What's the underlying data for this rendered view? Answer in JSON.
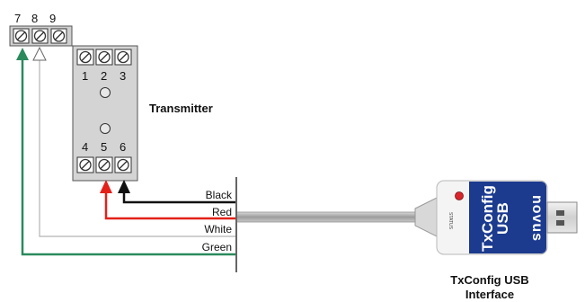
{
  "terminals": {
    "external": [
      "7",
      "8",
      "9"
    ],
    "top": [
      "1",
      "2",
      "3"
    ],
    "bottom": [
      "4",
      "5",
      "6"
    ]
  },
  "transmitter_label": "Transmitter",
  "wires": {
    "black": "Black",
    "red": "Red",
    "white": "White",
    "green": "Green"
  },
  "usb": {
    "brand_line1": "TxConfig",
    "brand_line2": "USB",
    "status": "STATUS",
    "logo": "novus",
    "caption_line1": "TxConfig USB",
    "caption_line2": "Interface"
  },
  "colors": {
    "black_wire": "#111111",
    "red_wire": "#e32119",
    "white_wire": "#bdbdbd",
    "green_wire": "#2a8a5c",
    "usb_blue": "#1c3a8e"
  }
}
